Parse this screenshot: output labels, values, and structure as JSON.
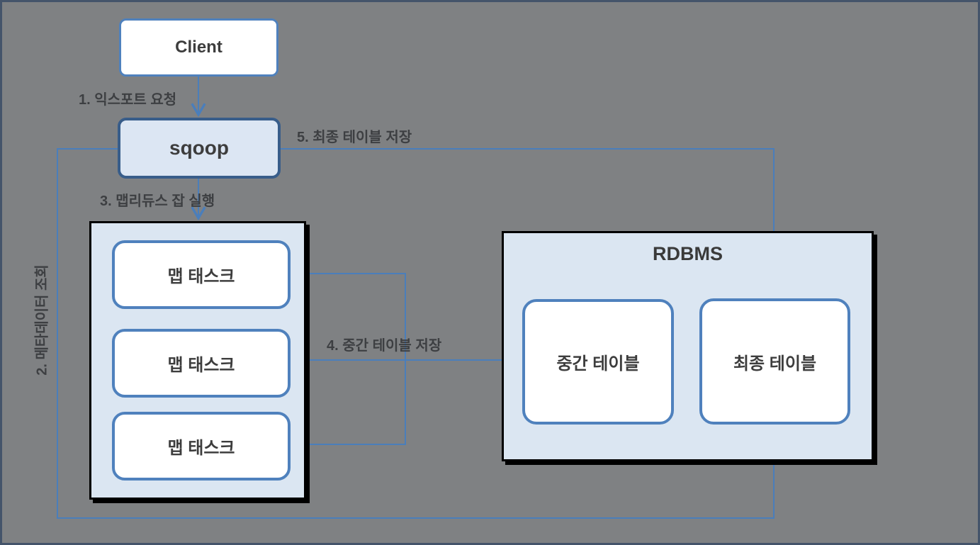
{
  "diagram": {
    "nodes": {
      "client": {
        "label": "Client"
      },
      "sqoop": {
        "label": "sqoop"
      },
      "map_tasks": {
        "items": [
          {
            "label": "맵 태스크"
          },
          {
            "label": "맵 태스크"
          },
          {
            "label": "맵 태스크"
          }
        ]
      },
      "rdbms": {
        "label": "RDBMS",
        "intermediate_table": {
          "label": "중간 테이블"
        },
        "final_table": {
          "label": "최종 테이블"
        }
      }
    },
    "flow_labels": {
      "step1": "1. 익스포트 요청",
      "step2": "2. 메타데이터 조회",
      "step3": "3. 맵리듀스 잡 실행",
      "step4": "4. 중간 테이블 저장",
      "step5": "5. 최종 테이블 저장"
    },
    "colors": {
      "background": "#7f8183",
      "page_border": "#44546a",
      "box_border_blue": "#4f81bd",
      "sqoop_border": "#385d8a",
      "container_fill": "#dbe6f2",
      "line_blue": "#4a7ebb",
      "label_text": "#3d3f42",
      "container_border": "#000000"
    }
  }
}
